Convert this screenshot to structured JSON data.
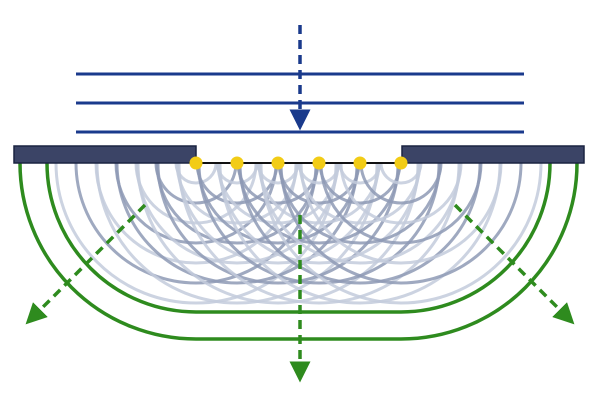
{
  "colors": {
    "incident_wave": "#1a3a8c",
    "barrier": "#3b4466",
    "barrier_outline": "#1a2340",
    "source_point": "#f2cc16",
    "wavelet_dark": "#8e9ab5",
    "wavelet_light": "#c3cbdc",
    "wavefront": "#2e8b1e",
    "aperture_line": "#111111"
  },
  "diagram": {
    "incident_wavefront_count": 3,
    "secondary_source_count": 6,
    "wavelets_per_source": 7,
    "diffracted_wavefront_count": 2,
    "arrows": [
      "incident-direction",
      "diffracted-left",
      "diffracted-center",
      "diffracted-right"
    ]
  }
}
